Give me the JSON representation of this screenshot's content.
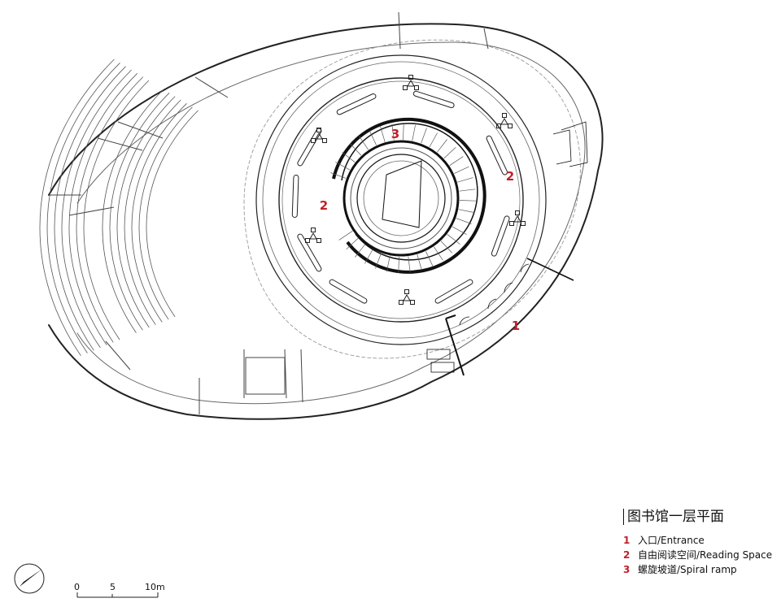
{
  "markers": [
    {
      "number": "3",
      "label": "螺旋坡道/Spiral ramp"
    },
    {
      "number": "2",
      "label": "自由阅读空间/Reading Space"
    },
    {
      "number": "2",
      "label": "自由阅读空间/Reading Space"
    },
    {
      "number": "1",
      "label": "入口/Entrance"
    }
  ],
  "legend": {
    "title": "图书馆一层平面",
    "items": [
      {
        "number": "1",
        "label": "入口/Entrance"
      },
      {
        "number": "2",
        "label": "自由阅读空间/Reading Space"
      },
      {
        "number": "3",
        "label": "螺旋坡道/Spiral ramp"
      }
    ]
  },
  "scale_bar": {
    "ticks": [
      "0",
      "5",
      "10m"
    ]
  },
  "colors": {
    "accent": "#c0202a",
    "line": "#222222",
    "thin": "#888888"
  },
  "icons": {
    "north": "north-arrow-icon"
  }
}
